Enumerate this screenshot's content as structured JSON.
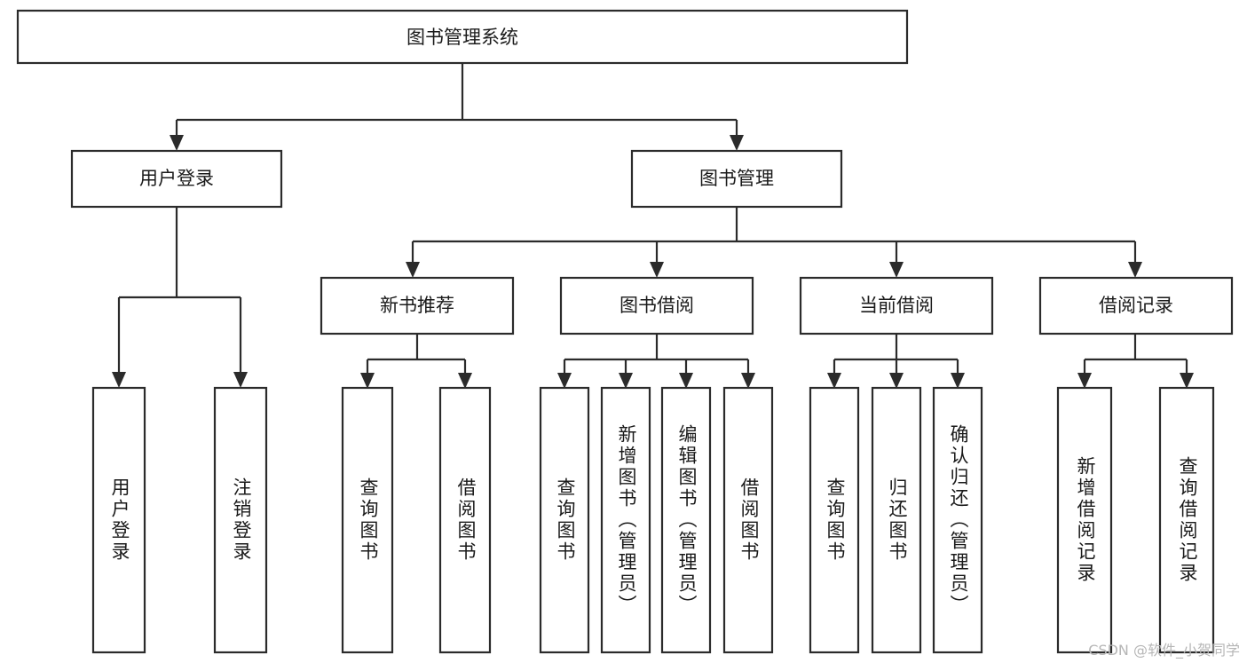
{
  "diagram": {
    "title": "图书管理系统",
    "type": "tree-hierarchy-chart",
    "watermark": "CSDN @软件_小贺同学",
    "colors": {
      "stroke": "#2b2b2b",
      "fill": "#ffffff",
      "text": "#1a1a1a",
      "watermark": "#b6b6b6"
    },
    "root": {
      "id": "root",
      "label": "图书管理系统"
    },
    "level2": [
      {
        "id": "user-login",
        "label": "用户登录"
      },
      {
        "id": "book-manage",
        "label": "图书管理"
      }
    ],
    "level3": [
      {
        "id": "new-book-recommend",
        "label": "新书推荐",
        "parent": "book-manage"
      },
      {
        "id": "book-borrow",
        "label": "图书借阅",
        "parent": "book-manage"
      },
      {
        "id": "current-borrow",
        "label": "当前借阅",
        "parent": "book-manage"
      },
      {
        "id": "borrow-record",
        "label": "借阅记录",
        "parent": "book-manage"
      }
    ],
    "leaves": {
      "user-login": [
        {
          "id": "leaf-user-login",
          "label": "用户登录"
        },
        {
          "id": "leaf-user-logout",
          "label": "注销登录"
        }
      ],
      "new-book-recommend": [
        {
          "id": "leaf-query-book-1",
          "label": "查询图书"
        },
        {
          "id": "leaf-borrow-book-1",
          "label": "借阅图书"
        }
      ],
      "book-borrow": [
        {
          "id": "leaf-query-book-2",
          "label": "查询图书"
        },
        {
          "id": "leaf-add-book",
          "label": "新增图书（管理员）"
        },
        {
          "id": "leaf-edit-book",
          "label": "编辑图书（管理员）"
        },
        {
          "id": "leaf-borrow-book-2",
          "label": "借阅图书"
        }
      ],
      "current-borrow": [
        {
          "id": "leaf-query-book-3",
          "label": "查询图书"
        },
        {
          "id": "leaf-return-book",
          "label": "归还图书"
        },
        {
          "id": "leaf-confirm-return",
          "label": "确认归还（管理员）"
        }
      ],
      "borrow-record": [
        {
          "id": "leaf-add-record",
          "label": "新增借阅记录"
        },
        {
          "id": "leaf-query-record",
          "label": "查询借阅记录"
        }
      ]
    }
  }
}
